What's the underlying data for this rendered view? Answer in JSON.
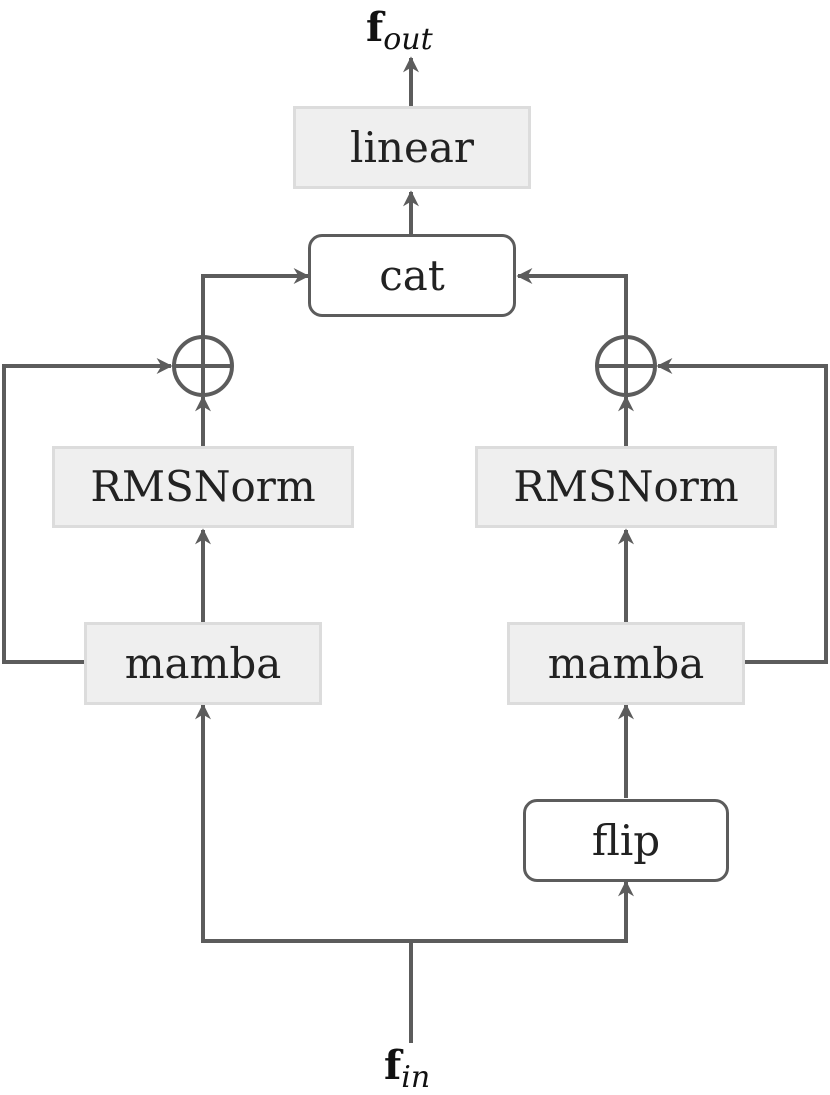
{
  "diagram": {
    "output": {
      "symbol": "f",
      "subscript": "out"
    },
    "input": {
      "symbol": "f",
      "subscript": "in"
    },
    "boxes": {
      "linear": "linear",
      "cat": "cat",
      "rmsnorm_left": "RMSNorm",
      "rmsnorm_right": "RMSNorm",
      "mamba_left": "mamba",
      "mamba_right": "mamba",
      "flip": "flip"
    },
    "colors": {
      "line": "#5c5c5c",
      "shaded_fill": "#efefef",
      "shaded_border": "#dcdcdc",
      "text": "#222222"
    }
  }
}
